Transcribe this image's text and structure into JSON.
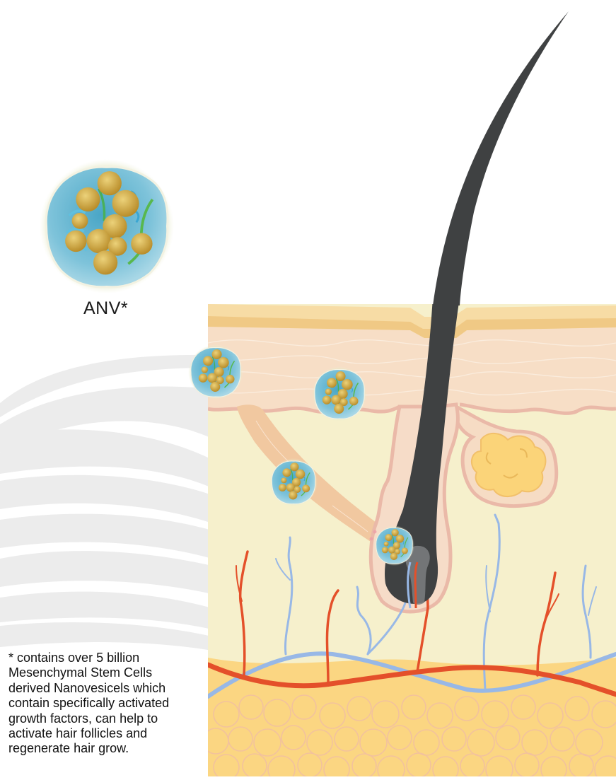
{
  "diagram": {
    "title_label": "ANV*",
    "footnote_lines": [
      "* contains over 5 billion",
      "Mesenchymal Stem Cells",
      "derived Nanovesicels which",
      "contain specifically activated",
      "growth factors, can help to",
      "activate hair follicles and",
      "regenerate hair grow."
    ],
    "elements": {
      "nanovesicle_large": "ANV nanovesicle (enlarged)",
      "nanovesicles_in_skin": 4,
      "hair_shaft": "hair",
      "sebaceous_gland": "sebaceous gland",
      "arrector_pili_muscle": "arrector pili muscle",
      "dermal_papilla": "dermal papilla",
      "blood_vessels": [
        "artery",
        "vein"
      ],
      "layers": [
        "epidermis",
        "dermis",
        "hypodermis"
      ]
    },
    "colors": {
      "epidermis_top": "#f7dca5",
      "epidermis_band": "#f2cf8a",
      "dermis_upper": "#f6dcc0",
      "dermis": "#f6f0cc",
      "fat": "#fbd682",
      "fat_cell_outline": "#f2bf92",
      "hair": "#3f4142",
      "follicle_sheath": "#eab9a8",
      "artery": "#e4502a",
      "vein": "#98b8e6",
      "vesicle_fill": "#6fb9d4",
      "vesicle_granule": "#d4ad4a",
      "gland": "#fbd479",
      "muscle": "#f1c8a0",
      "swoosh": "#ececec"
    }
  }
}
